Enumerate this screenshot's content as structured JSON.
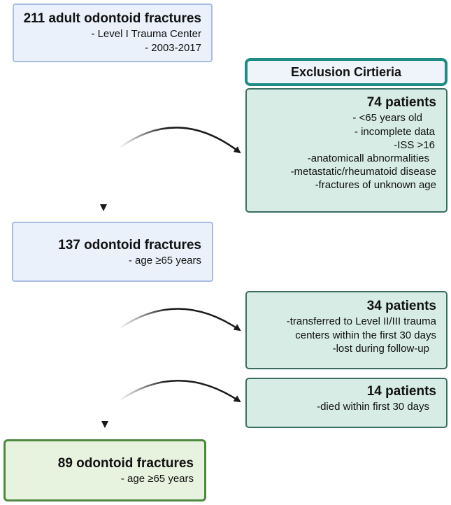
{
  "top_box": {
    "title": "211 adult odontoid fractures",
    "lines": [
      "- Level I Trauma Center",
      "- 2003-2017"
    ]
  },
  "exclusion_header": "Exclusion Cirtieria",
  "exclusion1": {
    "title": "74 patients",
    "lines": [
      "- <65 years old",
      "- incomplete  data",
      "-ISS >16",
      "-anatomicall abnormalities",
      "-metastatic/rheumatoid disease",
      "-fractures of unknown age"
    ]
  },
  "middle_box": {
    "title": "137  odontoid fractures",
    "lines": [
      "- age ≥65 years"
    ]
  },
  "exclusion2": {
    "title": "34 patients",
    "lines": [
      "-transferred to Level II/III trauma",
      "centers within the first 30 days",
      "-lost during follow-up"
    ]
  },
  "exclusion3": {
    "title": "14 patients",
    "lines": [
      "-died within first 30 days"
    ]
  },
  "final_box": {
    "title": "89  odontoid fractures",
    "lines": [
      "- age ≥65 years"
    ]
  }
}
